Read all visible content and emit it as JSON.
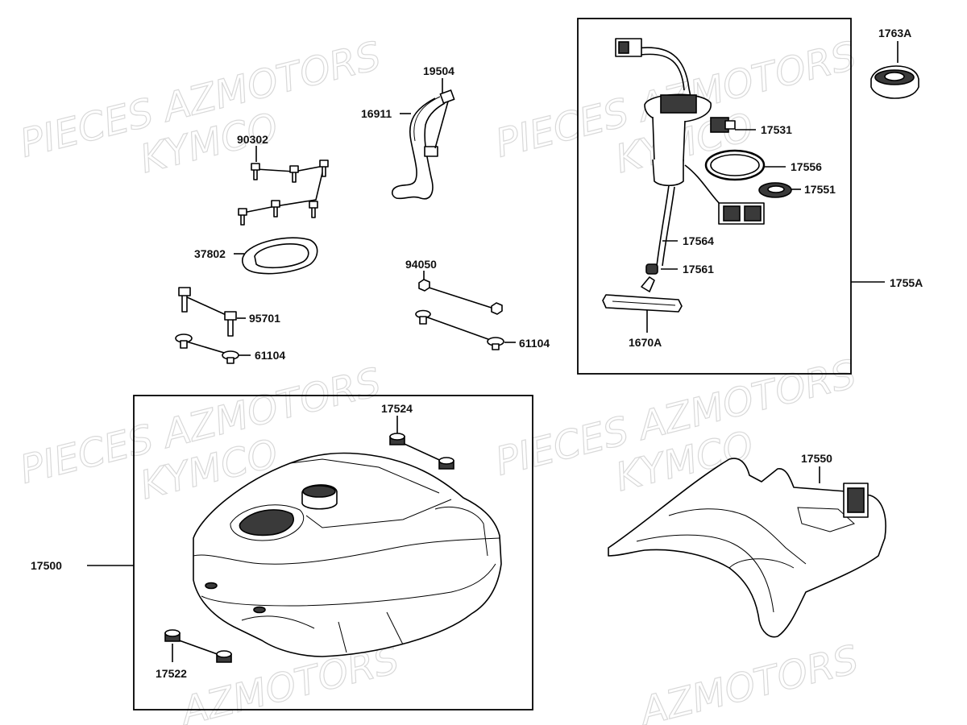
{
  "watermarks": [
    {
      "text": "PIECES AZMOTORS",
      "sub": "KYMCO"
    },
    {
      "text": "PIECES AZMOTORS",
      "sub": "KYMCO"
    },
    {
      "text": "PIECES AZMOTORS",
      "sub": "KYMCO"
    },
    {
      "text": "PIECES AZMOTORS",
      "sub": "KYMCO"
    },
    {
      "text": "AZMOTORS"
    },
    {
      "text": "AZMOTORS"
    }
  ],
  "labels": {
    "p19504": "19504",
    "p16911": "16911",
    "p90302": "90302",
    "p37802": "37802",
    "p94050": "94050",
    "p95701": "95701",
    "p61104a": "61104",
    "p61104b": "61104",
    "p1763A": "1763A",
    "p17531": "17531",
    "p17556": "17556",
    "p17551": "17551",
    "p17564": "17564",
    "p17561": "17561",
    "p1670A": "1670A",
    "p1755A": "1755A",
    "p17524": "17524",
    "p17500": "17500",
    "p17522": "17522",
    "p17550": "17550"
  },
  "colors": {
    "line": "#000000",
    "watermark": "#d9d9d9",
    "background": "#ffffff"
  }
}
